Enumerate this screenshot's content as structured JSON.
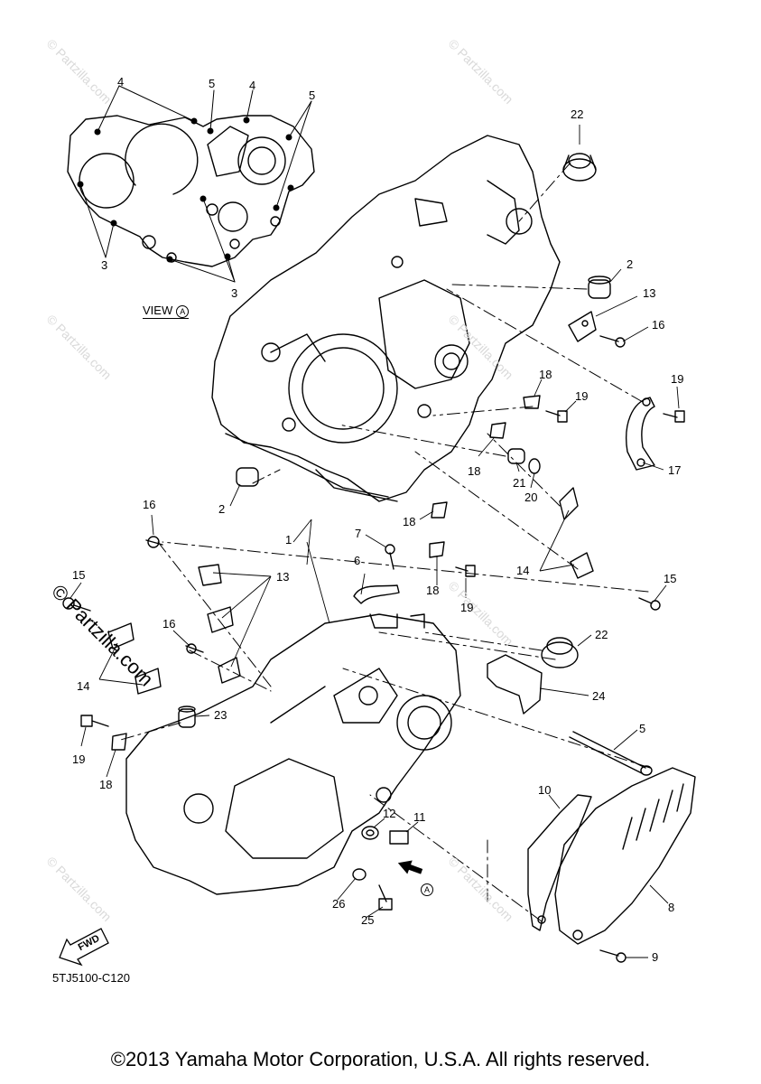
{
  "view_label": "VIEW",
  "view_marker": "A",
  "fwd_label": "FWD",
  "drawing_code": "5TJ5100-C120",
  "copyright": "©2013 Yamaha Motor Corporation, U.S.A. All rights reserved.",
  "watermark": "© Partzilla.com",
  "callouts": {
    "c1": "1",
    "c2a": "2",
    "c2b": "2",
    "c3a": "3",
    "c3b": "3",
    "c4a": "4",
    "c4b": "4",
    "c5a": "5",
    "c5b": "5",
    "c5c": "5",
    "c6": "6",
    "c7": "7",
    "c8": "8",
    "c9": "9",
    "c10": "10",
    "c11": "11",
    "c12": "12",
    "c13a": "13",
    "c13b": "13",
    "c14a": "14",
    "c14b": "14",
    "c15a": "15",
    "c15b": "15",
    "c16a": "16",
    "c16b": "16",
    "c16c": "16",
    "c17": "17",
    "c18a": "18",
    "c18b": "18",
    "c18c": "18",
    "c18d": "18",
    "c18e": "18",
    "c19a": "19",
    "c19b": "19",
    "c19c": "19",
    "c19d": "19",
    "c20": "20",
    "c21": "21",
    "c22a": "22",
    "c22b": "22",
    "c23": "23",
    "c24": "24",
    "c25": "25",
    "c26": "26",
    "arrowA": "A"
  }
}
